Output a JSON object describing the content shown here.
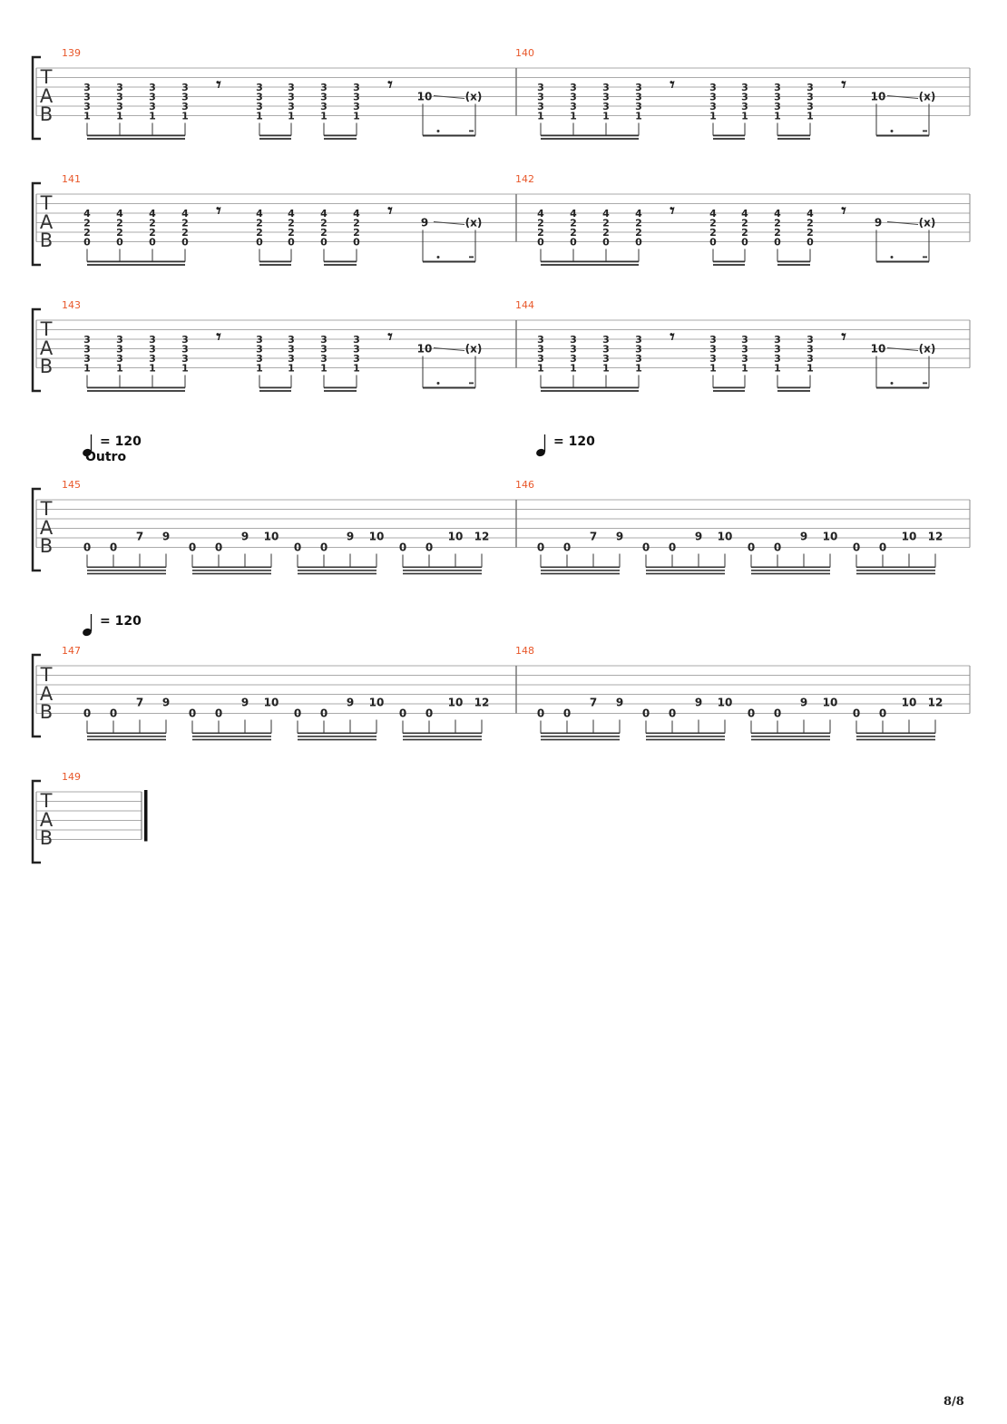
{
  "tab_label": [
    "T",
    "A",
    "B"
  ],
  "tempo": {
    "bpm_text": "= 120",
    "section": "Outro"
  },
  "page_number": "8/8",
  "riff_a": {
    "chord": [
      "3",
      "3",
      "3",
      "1"
    ],
    "slide_from": "10",
    "slide_to": "(x)"
  },
  "riff_b": {
    "chord": [
      "4",
      "2",
      "2",
      "0"
    ],
    "slide_from": "9",
    "slide_to": "(x)"
  },
  "outro_riff": {
    "groups": [
      [
        "0",
        "0",
        "7",
        "9"
      ],
      [
        "0",
        "0",
        "9",
        "10"
      ],
      [
        "0",
        "0",
        "9",
        "10"
      ],
      [
        "0",
        "0",
        "10",
        "12"
      ]
    ]
  },
  "systems": [
    {
      "measures": [
        "139",
        "140"
      ],
      "riff": "riff_a"
    },
    {
      "measures": [
        "141",
        "142"
      ],
      "riff": "riff_b"
    },
    {
      "measures": [
        "143",
        "144"
      ],
      "riff": "riff_a"
    },
    {
      "measures": [
        "145",
        "146"
      ],
      "riff": "outro",
      "tempo_marks": 2,
      "section": true
    },
    {
      "measures": [
        "147",
        "148"
      ],
      "riff": "outro",
      "tempo_marks": 1
    },
    {
      "measures": [
        "149"
      ],
      "riff": "end"
    }
  ]
}
